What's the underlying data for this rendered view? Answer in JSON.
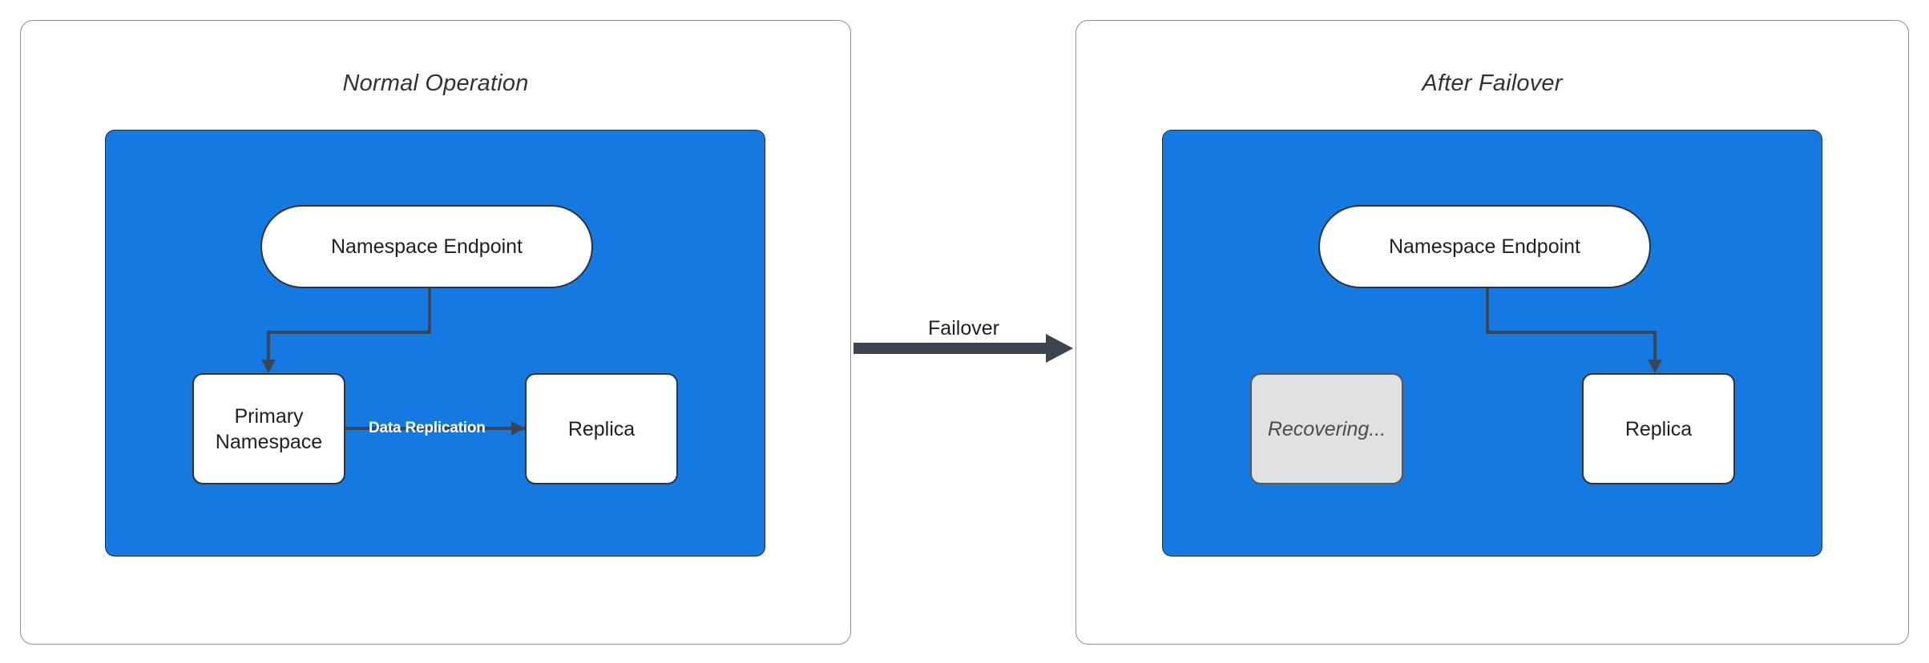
{
  "diagram": {
    "type": "failover-architecture",
    "background": "#ffffff",
    "colors": {
      "region_fill": "#1479e0",
      "node_fill": "#ffffff",
      "node_stroke": "#2f3337",
      "dim_node_fill": "#dfe1e2",
      "edge_stroke": "#3c4450",
      "panel_stroke": "#8f8f8f",
      "replication_label": "#ffffff"
    }
  },
  "panels": [
    {
      "id": "normal-operation",
      "title": "Normal Operation",
      "nodes": [
        {
          "id": "endpoint-left",
          "label": "Namespace Endpoint",
          "shape": "capsule",
          "state": "active"
        },
        {
          "id": "primary-left",
          "label": "Primary\nNamespace",
          "shape": "rect",
          "state": "active"
        },
        {
          "id": "replica-left",
          "label": "Replica",
          "shape": "rect",
          "state": "active"
        }
      ],
      "edges": [
        {
          "id": "endpoint-to-primary",
          "from": "endpoint-left",
          "to": "primary-left",
          "label": ""
        },
        {
          "id": "primary-to-replica",
          "from": "primary-left",
          "to": "replica-left",
          "label": "Data Replication"
        }
      ]
    },
    {
      "id": "after-failover",
      "title": "After Failover",
      "nodes": [
        {
          "id": "endpoint-right",
          "label": "Namespace Endpoint",
          "shape": "capsule",
          "state": "active"
        },
        {
          "id": "recovering-right",
          "label": "Recovering...",
          "shape": "rect",
          "state": "recovering"
        },
        {
          "id": "replica-right",
          "label": "Replica",
          "shape": "rect",
          "state": "active"
        }
      ],
      "edges": [
        {
          "id": "endpoint-to-replica",
          "from": "endpoint-right",
          "to": "replica-right",
          "label": ""
        }
      ]
    }
  ],
  "transition": {
    "id": "failover-transition",
    "label": "Failover",
    "from_panel": "normal-operation",
    "to_panel": "after-failover"
  },
  "labels": {
    "panel_left_title": "Normal Operation",
    "panel_right_title": "After Failover",
    "endpoint_left": "Namespace Endpoint",
    "primary_line1": "Primary",
    "primary_line2": "Namespace",
    "replica_left": "Replica",
    "data_replication": "Data Replication",
    "failover": "Failover",
    "endpoint_right": "Namespace Endpoint",
    "recovering": "Recovering...",
    "replica_right": "Replica"
  }
}
